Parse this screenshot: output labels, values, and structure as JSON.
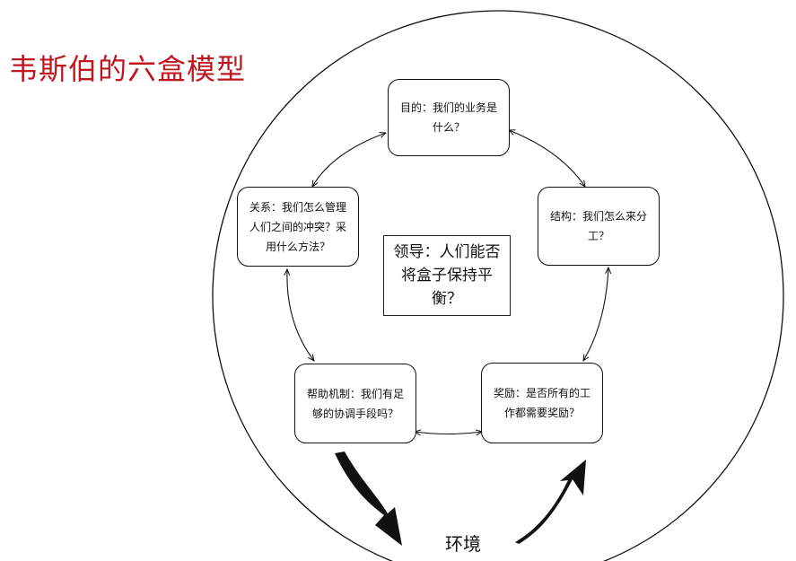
{
  "title": "韦斯伯的六盒模型",
  "boxes": {
    "purpose": "目的：我们的业务是什么？",
    "structure": "结构：我们怎么来分工？",
    "rewards": "奖励：是否所有的工作都需要奖励？",
    "helpful_mechanisms": "帮助机制：我们有足够的协调手段吗？",
    "relationships": "关系：我们怎么管理人们之间的冲突？采用什么方法？"
  },
  "center": "领导：人们能否将盒子保持平衡？",
  "environment": "环境",
  "colors": {
    "title": "#c0161e",
    "line": "#111111"
  }
}
